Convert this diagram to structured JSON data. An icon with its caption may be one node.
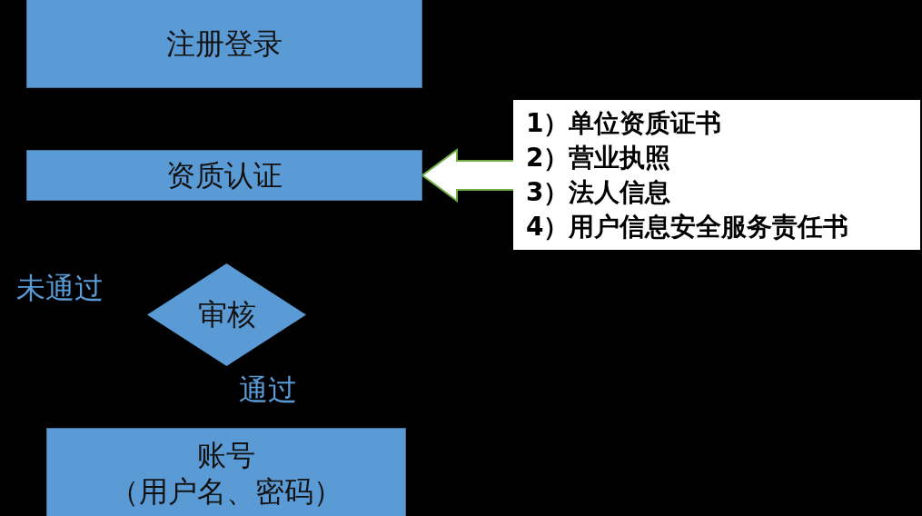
{
  "diagram": {
    "nodes": [
      {
        "text": [
          "注册登录"
        ]
      },
      {
        "text": [
          "资质认证"
        ]
      },
      {
        "text": [
          "审核"
        ]
      },
      {
        "text": [
          "账号",
          "（用户名、密码）"
        ]
      },
      {
        "text": [
          "1）单位资质证书",
          "2）营业执照",
          "3）法人信息",
          "4）用户信息安全服务责任书"
        ]
      }
    ],
    "edges": [
      {
        "from": 4,
        "to": 1,
        "arrow": "to"
      }
    ],
    "labels": [
      "未通过",
      "通过"
    ]
  }
}
